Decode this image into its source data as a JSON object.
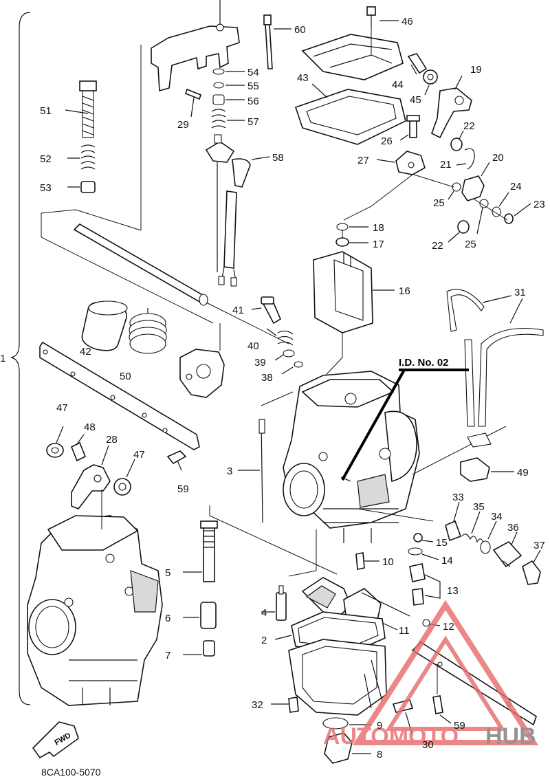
{
  "diagram": {
    "drawing_code": "8CA100-5070",
    "fwd_label": "FWD",
    "id_callout": "I.D. No. 02",
    "assembly_ref": "1",
    "watermark": {
      "word_a": "AUTOMOTO",
      "word_b": "HUB",
      "color_a": "#e86a6a",
      "color_b": "#7a7a7a"
    },
    "callouts": [
      {
        "id": "2",
        "text": "2"
      },
      {
        "id": "3",
        "text": "3"
      },
      {
        "id": "4",
        "text": "4"
      },
      {
        "id": "5",
        "text": "5"
      },
      {
        "id": "6",
        "text": "6"
      },
      {
        "id": "7",
        "text": "7"
      },
      {
        "id": "8",
        "text": "8"
      },
      {
        "id": "9",
        "text": "9"
      },
      {
        "id": "10",
        "text": "10"
      },
      {
        "id": "11",
        "text": "11"
      },
      {
        "id": "12",
        "text": "12"
      },
      {
        "id": "13",
        "text": "13"
      },
      {
        "id": "14",
        "text": "14"
      },
      {
        "id": "15",
        "text": "15"
      },
      {
        "id": "16",
        "text": "16"
      },
      {
        "id": "17",
        "text": "17"
      },
      {
        "id": "18",
        "text": "18"
      },
      {
        "id": "19",
        "text": "19"
      },
      {
        "id": "20",
        "text": "20"
      },
      {
        "id": "21",
        "text": "21"
      },
      {
        "id": "22a",
        "text": "22"
      },
      {
        "id": "22b",
        "text": "22"
      },
      {
        "id": "23",
        "text": "23"
      },
      {
        "id": "24",
        "text": "24"
      },
      {
        "id": "25a",
        "text": "25"
      },
      {
        "id": "25b",
        "text": "25"
      },
      {
        "id": "26",
        "text": "26"
      },
      {
        "id": "27",
        "text": "27"
      },
      {
        "id": "28",
        "text": "28"
      },
      {
        "id": "29",
        "text": "29"
      },
      {
        "id": "30",
        "text": "30"
      },
      {
        "id": "31",
        "text": "31"
      },
      {
        "id": "32",
        "text": "32"
      },
      {
        "id": "33",
        "text": "33"
      },
      {
        "id": "34",
        "text": "34"
      },
      {
        "id": "35",
        "text": "35"
      },
      {
        "id": "36",
        "text": "36"
      },
      {
        "id": "37",
        "text": "37"
      },
      {
        "id": "38",
        "text": "38"
      },
      {
        "id": "39",
        "text": "39"
      },
      {
        "id": "40",
        "text": "40"
      },
      {
        "id": "41",
        "text": "41"
      },
      {
        "id": "42",
        "text": "42"
      },
      {
        "id": "43",
        "text": "43"
      },
      {
        "id": "44",
        "text": "44"
      },
      {
        "id": "45",
        "text": "45"
      },
      {
        "id": "46",
        "text": "46"
      },
      {
        "id": "47a",
        "text": "47"
      },
      {
        "id": "47b",
        "text": "47"
      },
      {
        "id": "48",
        "text": "48"
      },
      {
        "id": "49",
        "text": "49"
      },
      {
        "id": "50",
        "text": "50"
      },
      {
        "id": "51",
        "text": "51"
      },
      {
        "id": "52",
        "text": "52"
      },
      {
        "id": "53",
        "text": "53"
      },
      {
        "id": "54",
        "text": "54"
      },
      {
        "id": "55",
        "text": "55"
      },
      {
        "id": "56",
        "text": "56"
      },
      {
        "id": "57",
        "text": "57"
      },
      {
        "id": "58",
        "text": "58"
      },
      {
        "id": "59a",
        "text": "59"
      },
      {
        "id": "59b",
        "text": "59"
      },
      {
        "id": "60",
        "text": "60"
      }
    ]
  }
}
